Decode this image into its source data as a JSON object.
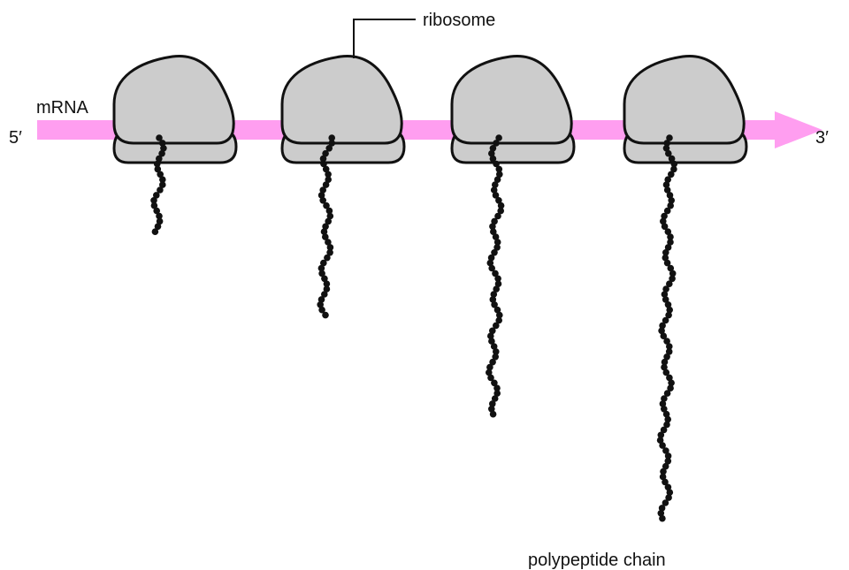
{
  "labels": {
    "five_prime": "5′",
    "three_prime": "3′",
    "mrna": "mRNA",
    "ribosome": "ribosome",
    "polypeptide": "polypeptide chain"
  },
  "colors": {
    "mrna": "#ff9ef0",
    "ribosome": "#cccccc",
    "outline": "#111111",
    "bead": "#111111",
    "text": "#111111"
  },
  "ribosomes": [
    {
      "id": 1,
      "chain_beads": 19
    },
    {
      "id": 2,
      "chain_beads": 35
    },
    {
      "id": 3,
      "chain_beads": 54
    },
    {
      "id": 4,
      "chain_beads": 74
    }
  ]
}
